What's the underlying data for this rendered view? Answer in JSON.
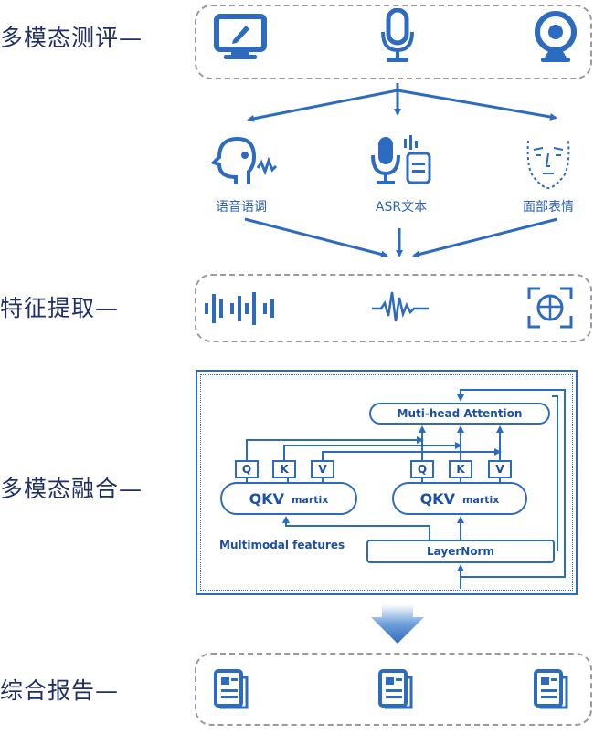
{
  "stages": {
    "multimodal_eval": "多模态测评—",
    "feature_extract": "特征提取—",
    "multimodal_fusion": "多模态融合—",
    "report": "综合报告—"
  },
  "modalities": [
    {
      "label": "语音语调",
      "icon": "speaking-head-icon"
    },
    {
      "label": "ASR文本",
      "icon": "mic-text-icon"
    },
    {
      "label": "面部表情",
      "icon": "face-outline-icon"
    }
  ],
  "fusion": {
    "attention_label": "Muti-head Attention",
    "q": "Q",
    "k": "K",
    "v": "V",
    "qkv_main": "QKV",
    "qkv_sub": "martix",
    "features_label": "Multimodal features",
    "layernorm_label": "LayerNorm"
  },
  "colors": {
    "accent": "#2c6bbf",
    "dark": "#1d4fa3",
    "border": "#9a9a9a"
  }
}
